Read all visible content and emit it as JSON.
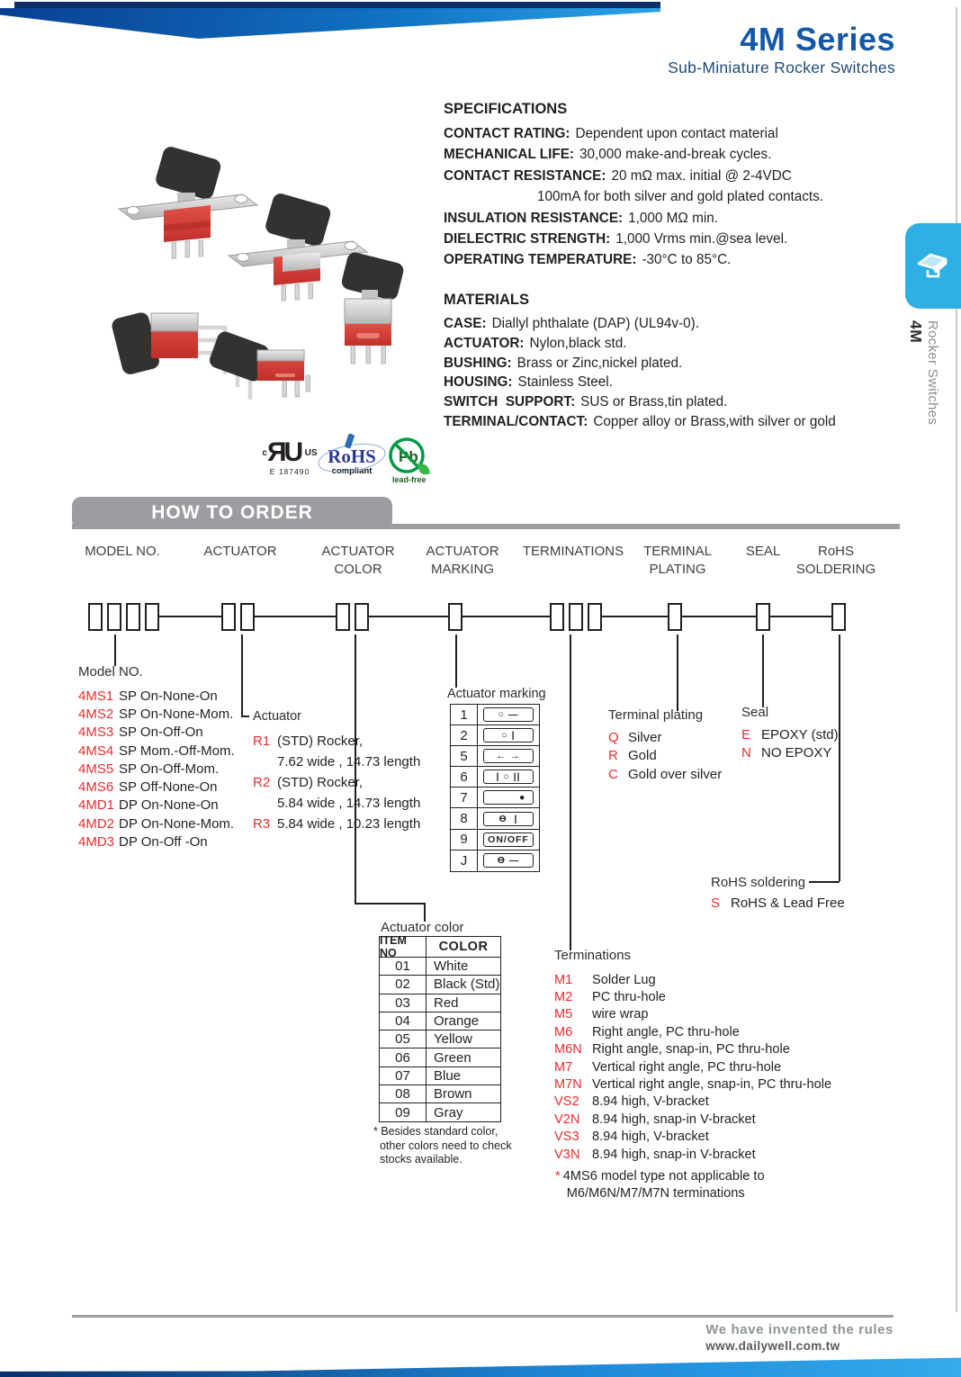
{
  "colors": {
    "accent_red": "#ED2B2E",
    "title_blue": "#1458A8",
    "banner_gray": "#9B9DA0",
    "tab_blue": "#2FB0E5"
  },
  "header": {
    "series_title": "4M Series",
    "series_subtitle": "Sub-Miniature Rocker Switches"
  },
  "sidebar": {
    "series": "4M",
    "label": "Rocker Switches"
  },
  "specifications": {
    "title": "SPECIFICATIONS",
    "items": [
      {
        "label": "CONTACT RATING:",
        "value": "Dependent upon contact material"
      },
      {
        "label": "MECHANICAL LIFE:",
        "value": "30,000 make-and-break cycles."
      },
      {
        "label": "CONTACT RESISTANCE:",
        "value": "20 mΩ max. initial @ 2-4VDC"
      },
      {
        "label": "",
        "value": "100mA for both silver and gold plated contacts."
      },
      {
        "label": "INSULATION RESISTANCE:",
        "value": "1,000 MΩ min."
      },
      {
        "label": "DIELECTRIC STRENGTH:",
        "value": "1,000 Vrms min.@sea level."
      },
      {
        "label": "OPERATING TEMPERATURE:",
        "value": "-30°C to 85°C."
      }
    ]
  },
  "materials": {
    "title": "MATERIALS",
    "items": [
      {
        "label": "CASE:",
        "value": "Diallyl phthalate (DAP) (UL94v-0)."
      },
      {
        "label": "ACTUATOR:",
        "value": "Nylon,black std."
      },
      {
        "label": "BUSHING:",
        "value": "Brass or Zinc,nickel plated."
      },
      {
        "label": "HOUSING:",
        "value": "Stainless Steel."
      },
      {
        "label": "SWITCH  SUPPORT:",
        "value": "SUS or Brass,tin plated."
      },
      {
        "label": "TERMINAL/CONTACT:",
        "value": "Copper alloy or Brass,with silver or gold"
      }
    ]
  },
  "certifications": {
    "ul_c": "c",
    "ul_mark": "ЯU",
    "ul_us": "US",
    "ul_file": "E 187490",
    "rohs_text": "RoHS",
    "rohs_sub": "compliant",
    "pb_text": "Pb",
    "pb_sub": "lead-free"
  },
  "how_to_order": {
    "banner": "HOW TO ORDER",
    "columns": [
      "MODEL NO.",
      "ACTUATOR",
      "ACTUATOR\nCOLOR",
      "ACTUATOR\nMARKING",
      "TERMINATIONS",
      "TERMINAL\nPLATING",
      "SEAL",
      "RoHS\nSOLDERING"
    ]
  },
  "model_no": {
    "title": "Model NO.",
    "items": [
      {
        "code": "4MS1",
        "desc": "SP On-None-On"
      },
      {
        "code": "4MS2",
        "desc": "SP On-None-Mom."
      },
      {
        "code": "4MS3",
        "desc": "SP On-Off-On"
      },
      {
        "code": "4MS4",
        "desc": "SP Mom.-Off-Mom."
      },
      {
        "code": "4MS5",
        "desc": "SP On-Off-Mom."
      },
      {
        "code": "4MS6",
        "desc": "SP Off-None-On"
      },
      {
        "code": "4MD1",
        "desc": "DP On-None-On"
      },
      {
        "code": "4MD2",
        "desc": "DP On-None-Mom."
      },
      {
        "code": "4MD3",
        "desc": "DP On-Off -On"
      }
    ]
  },
  "actuator": {
    "title": "Actuator",
    "items": [
      {
        "code": "R1",
        "desc": "(STD) Rocker,\n7.62 wide , 14.73 length"
      },
      {
        "code": "R2",
        "desc": "(STD) Rocker,\n5.84 wide , 14.73 length"
      },
      {
        "code": "R3",
        "desc": "5.84 wide , 10.23 length"
      }
    ]
  },
  "actuator_marking": {
    "title": "Actuator marking",
    "rows": [
      {
        "code": "1",
        "symbol": "○ —"
      },
      {
        "code": "2",
        "symbol": "○ |"
      },
      {
        "code": "5",
        "symbol": "← →"
      },
      {
        "code": "6",
        "symbol": "| ○ ||"
      },
      {
        "code": "7",
        "symbol": "        ●"
      },
      {
        "code": "8",
        "symbol": "Ɵ  |"
      },
      {
        "code": "9",
        "symbol": "ON/OFF"
      },
      {
        "code": "J",
        "symbol": "Ɵ —"
      }
    ]
  },
  "terminal_plating": {
    "title": "Terminal plating",
    "items": [
      {
        "code": "Q",
        "desc": "Silver"
      },
      {
        "code": "R",
        "desc": "Gold"
      },
      {
        "code": "C",
        "desc": "Gold over silver"
      }
    ]
  },
  "seal": {
    "title": "Seal",
    "items": [
      {
        "code": "E",
        "desc": "EPOXY (std)"
      },
      {
        "code": "N",
        "desc": "NO EPOXY"
      }
    ]
  },
  "rohs_soldering": {
    "title": "RoHS soldering",
    "items": [
      {
        "code": "S",
        "desc": "RoHS & Lead Free"
      }
    ]
  },
  "actuator_color": {
    "title": "Actuator color",
    "headers": [
      "ITEM NO",
      "COLOR"
    ],
    "rows": [
      {
        "no": "01",
        "color": "White"
      },
      {
        "no": "02",
        "color": "Black (Std)"
      },
      {
        "no": "03",
        "color": "Red"
      },
      {
        "no": "04",
        "color": "Orange"
      },
      {
        "no": "05",
        "color": "Yellow"
      },
      {
        "no": "06",
        "color": "Green"
      },
      {
        "no": "07",
        "color": "Blue"
      },
      {
        "no": "08",
        "color": "Brown"
      },
      {
        "no": "09",
        "color": "Gray"
      }
    ],
    "note": "* Besides standard color,\n  other colors need to check\n  stocks available."
  },
  "terminations": {
    "title": "Terminations",
    "items": [
      {
        "code": "M1",
        "desc": "Solder Lug"
      },
      {
        "code": "M2",
        "desc": "PC thru-hole"
      },
      {
        "code": "M5",
        "desc": "wire wrap"
      },
      {
        "code": "M6",
        "desc": "Right angle, PC thru-hole"
      },
      {
        "code": "M6N",
        "desc": "Right angle, snap-in, PC thru-hole"
      },
      {
        "code": "M7",
        "desc": "Vertical right angle, PC thru-hole"
      },
      {
        "code": "M7N",
        "desc": "Vertical right angle, snap-in, PC thru-hole"
      },
      {
        "code": "VS2",
        "desc": "8.94 high, V-bracket"
      },
      {
        "code": "V2N",
        "desc": "8.94 high, snap-in V-bracket"
      },
      {
        "code": "VS3",
        "desc": "8.94 high, V-bracket"
      },
      {
        "code": "V3N",
        "desc": "8.94 high, snap-in V-bracket"
      }
    ],
    "note_star": "*",
    "note": "4MS6 model type not applicable to\n M6/M6N/M7/M7N terminations"
  },
  "footer": {
    "slogan": "We have invented the rules",
    "url": "www.dailywell.com.tw"
  }
}
